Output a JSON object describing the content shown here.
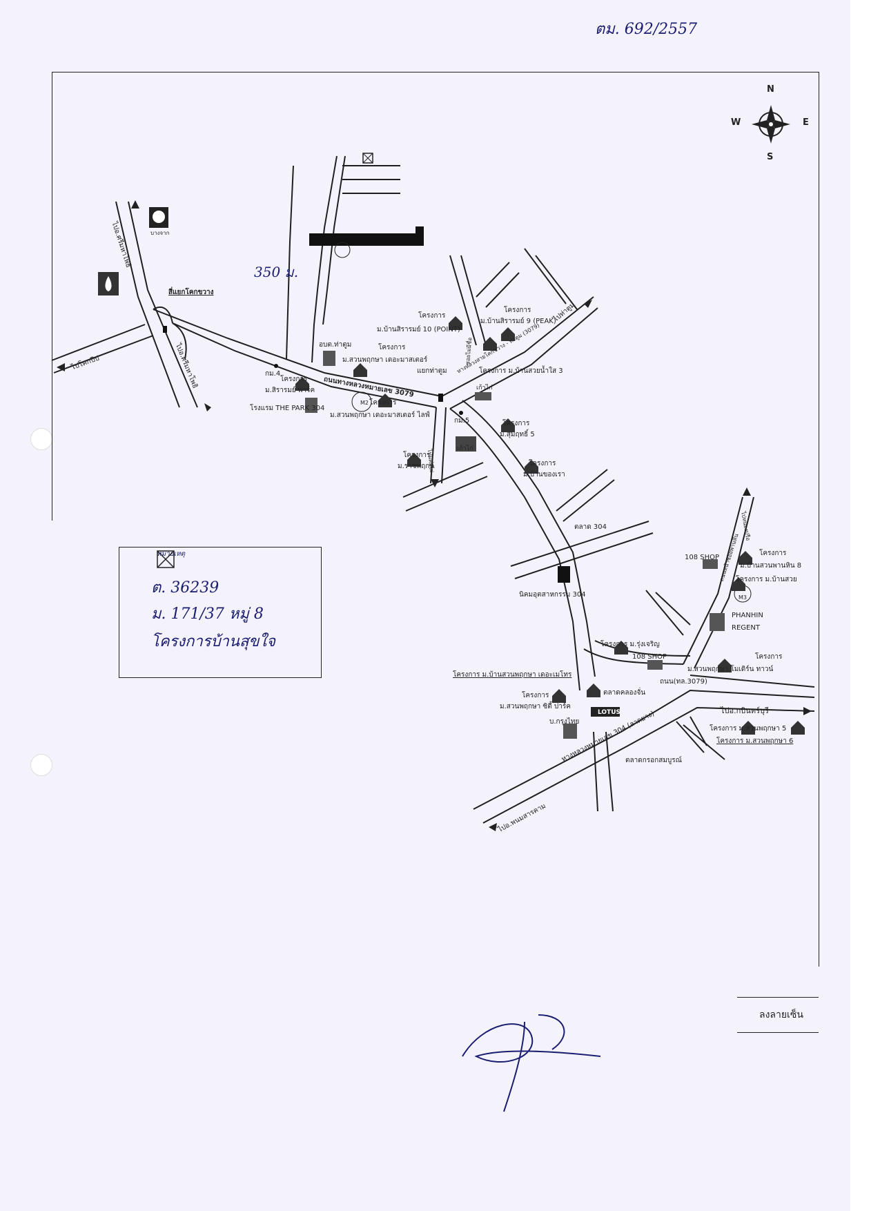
{
  "document_number": "ตม. 692/2557",
  "compass": {
    "n": "N",
    "s": "S",
    "e": "E",
    "w": "W"
  },
  "distance_note": "350 ม.",
  "legend": {
    "line1": "หมายเหตุ",
    "line2": "ต. 36239",
    "line3": "ม. 171/37 หมู่ 8",
    "line4": "โครงการบ้านสุขใจ"
  },
  "labels": {
    "to_sri_mahaphot_up": "ไปอ.ศรีมหาโพธิ",
    "junction_khok_khwang": "สี่แยกโคกขวาง",
    "to_khok_pip": "ไปโคกปีป",
    "to_sri_mahaphot_down": "ไปอ.ศรีมหาโพธิ",
    "bangchak": "บางจาก",
    "km4": "กม.4",
    "proj_sirarom_park": "โครงการ",
    "sirarom_park": "ม.สิรารมย์ พาร์ค",
    "hotel_park": "โรงแรม THE PARK 304",
    "tha_tum_office": "อบต.ท่าตูม",
    "proj_suanphruksa_master": "โครงการ",
    "suanphruksa_master": "ม.สวนพฤกษา เดอะมาสเตอร์",
    "highway_3079": "ถนนทางหลวงหมายเลข 3079",
    "m2_proj": "โครงการ",
    "suanphruksa_master_life": "ม.สวนพฤกษา เดอะมาสเตอร์ ไลฟ์",
    "proj_sirarom10": "โครงการ",
    "sirarom10": "ม.บ้านสิรารมย์ 10 (POINT)",
    "proj_sirarom9": "โครงการ",
    "sirarom9": "ม.บ้านสิรารมย์ 9 (PEAK)",
    "to_tha_tum": "ไปท่าตูม",
    "road_side": "ซอยไม่มีชื่อ",
    "highway_kokhwang": "ทางหลวงสายโคกขวาง - ท่าตูม (3079)",
    "junction_tha_tum": "แยกท่าตูม",
    "ban_suai_namsai": "โครงการ ม.บ้านสวยน้ำใส 3",
    "sevenhouse": "เก้าไก่",
    "km5": "กม.5",
    "proj_sumrit5": "โครงการ",
    "sumrit5": "ม.สุมฤทธิ์ 5",
    "kaokai": "เก้าไก่",
    "proj_rachapruek": "โครงการ",
    "rachapruek": "ม.ราชพฤกษ์",
    "to_nong_pai": "ไปนิคมไผ่",
    "proj_ban_khong_rao": "โครงการ",
    "ban_khong_rao": "ม.บ้านของเรา",
    "market304": "ตลาด 304",
    "industrial304": "นิคมอุตสาหกรรม 304",
    "shop108_a": "108 SHOP",
    "proj_suan_phanhin8": "โครงการ",
    "suan_phanhin8": "ม.บ้านสวนพานหิน 8",
    "proj_ban_suai": "โครงการ ม.บ้านสวย",
    "to_ban_huai": "ไปหนองปรือ",
    "road_phanhin": "ถนนหน้าซอยพานหิน",
    "phanhin": "PHANHIN",
    "regent": "REGENT",
    "rungcharoen": "โครงการ ม.รุ่งเจริญ",
    "shop108_b": "108 SHOP",
    "proj_modern_town": "โครงการ",
    "modern_town": "ม.สวนพฤกษา โมเดิร์น ทาวน์",
    "road_3079": "ถนน(ทล.3079)",
    "ban_suanphruksa_maestro": "โครงการ ม.บ้านสวนพฤกษา เดอะเมโทร",
    "khlong_market": "ตลาดคลองจั่น",
    "proj_city_park": "โครงการ",
    "city_park": "ม.สวนพฤกษา ซิตี้ ปาร์ค",
    "lotus": "LOTUS",
    "krungthai": "บ.กรุงไทย",
    "to_prachinburi": "ไปอ.กบินทร์บุรี",
    "suanphruksa5": "โครงการ ม.สวนพฤกษา 5",
    "suanphruksa6": "โครงการ ม.สวนพฤกษา 6",
    "highway_304": "ทางหลวงหมายเลข 304 (ลาดยาง)",
    "rot_market": "ตลาดกรอกสมบูรณ์",
    "to_phanom": "ไปอ.พนมสารคาม",
    "m2": "M2",
    "m3": "M3",
    "signature_label": "ลงลายเซ็น"
  }
}
